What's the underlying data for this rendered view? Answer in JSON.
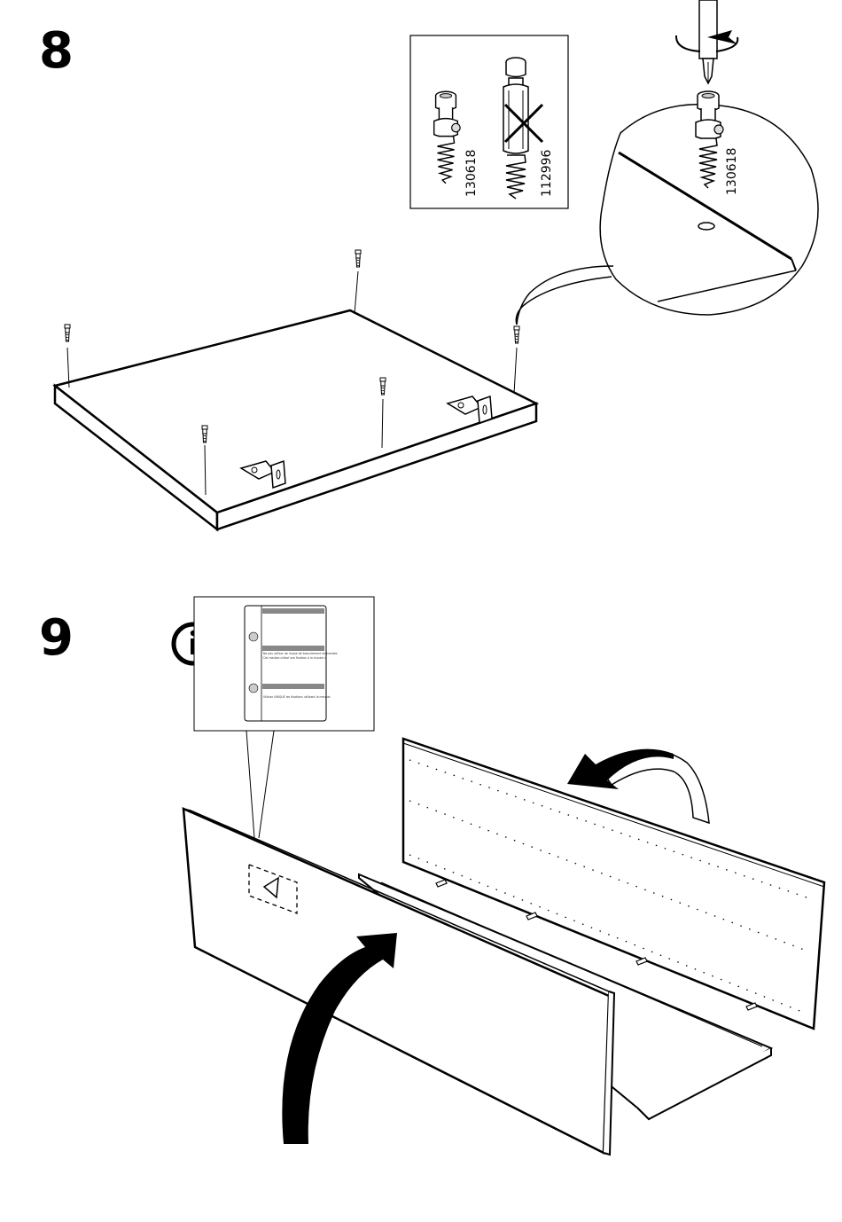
{
  "steps": [
    {
      "number": "8"
    },
    {
      "number": "9"
    }
  ],
  "step8": {
    "part_numbers": {
      "correct_part": "130618",
      "wrong_part": "112996",
      "detail_part": "130618"
    }
  },
  "step9": {
    "info_icon_glyph": "i",
    "warning_label": {
      "line1": "Ne pas utiliser de risque de basculement du meuble.",
      "line2": "Cet meuble utilisé une fixation a la murale ci",
      "line3": "Utiliser UNIQUE les fixations utilisant la meuble"
    }
  }
}
